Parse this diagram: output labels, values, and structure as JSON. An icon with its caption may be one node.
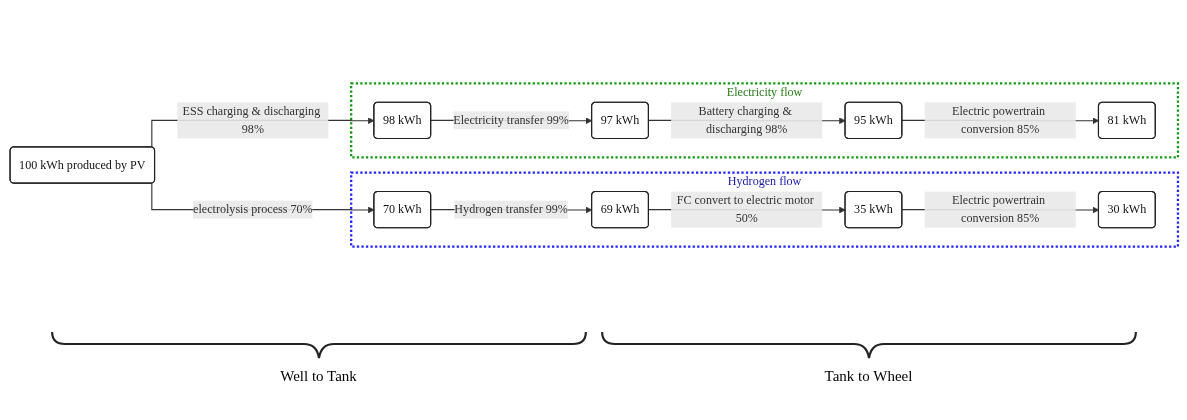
{
  "diagram": {
    "nodes": [
      {
        "text": [
          "100 kWh produced by PV"
        ]
      },
      {
        "text": [
          "Hydrogen flow"
        ]
      },
      {
        "text": [
          "70 kWh"
        ],
        "in": 1
      },
      {
        "text": [
          "69 kWh"
        ],
        "in": 1
      },
      {
        "text": [
          "35 kWh"
        ],
        "in": 1
      },
      {
        "text": [
          "30 kWh"
        ],
        "in": 1
      },
      {
        "text": [
          "Electricity flow"
        ]
      },
      {
        "text": [
          "98 kWh"
        ],
        "in": 6
      },
      {
        "text": [
          "97 kWh"
        ],
        "in": 6
      },
      {
        "text": [
          "95 kWh"
        ],
        "in": 6
      },
      {
        "text": [
          "81 kWh"
        ],
        "in": 6
      }
    ],
    "edges": [
      {
        "from": 0,
        "to": 2,
        "arrow": "to",
        "label": "electrolysis process 70%"
      },
      {
        "from": 2,
        "to": 3,
        "arrow": "to",
        "label": "Hydrogen transfer 99%"
      },
      {
        "from": 3,
        "to": 4,
        "arrow": "to",
        "label": "FC convert to electric motor 50%"
      },
      {
        "from": 4,
        "to": 5,
        "arrow": "to",
        "label": "Electric powertrain conversion 85%"
      },
      {
        "from": 0,
        "to": 7,
        "arrow": "to",
        "label": "ESS charging & discharging 98%"
      },
      {
        "from": 7,
        "to": 8,
        "arrow": "to",
        "label": "Electricity transfer 99%"
      },
      {
        "from": 8,
        "to": 9,
        "arrow": "to",
        "label": "Battery charging & discharging 98%"
      },
      {
        "from": 9,
        "to": 10,
        "arrow": "to",
        "label": "Electric powertrain conversion 85%"
      }
    ],
    "labels": [
      "Well to Tank",
      "Tank to Wheel"
    ]
  }
}
